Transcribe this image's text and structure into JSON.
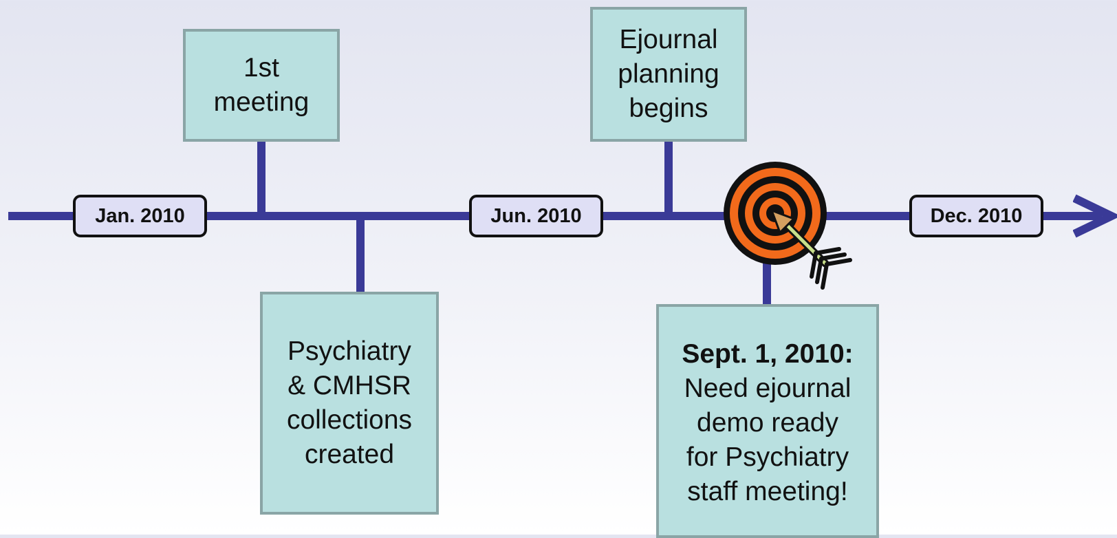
{
  "timeline": {
    "dates": {
      "jan": "Jan. 2010",
      "jun": "Jun. 2010",
      "dec": "Dec. 2010"
    },
    "events": {
      "first_meeting": {
        "lines": [
          "1st",
          "meeting"
        ]
      },
      "collections_created": {
        "lines": [
          "Psychiatry",
          "& CMHSR",
          "collections",
          "created"
        ]
      },
      "ejournal_planning": {
        "lines": [
          "Ejournal",
          "planning",
          "begins"
        ]
      },
      "deadline": {
        "heading": "Sept. 1, 2010:",
        "lines": [
          "Need ejournal",
          "demo ready",
          "for Psychiatry",
          "staff meeting!"
        ]
      }
    },
    "colors": {
      "line": "#3a3a97",
      "box_fill": "#b9e0e0",
      "box_border": "#8aa5a6",
      "date_fill": "#dfdff5",
      "target_orange": "#f26a1b"
    },
    "icons": [
      "target-icon",
      "arrow-icon"
    ]
  }
}
